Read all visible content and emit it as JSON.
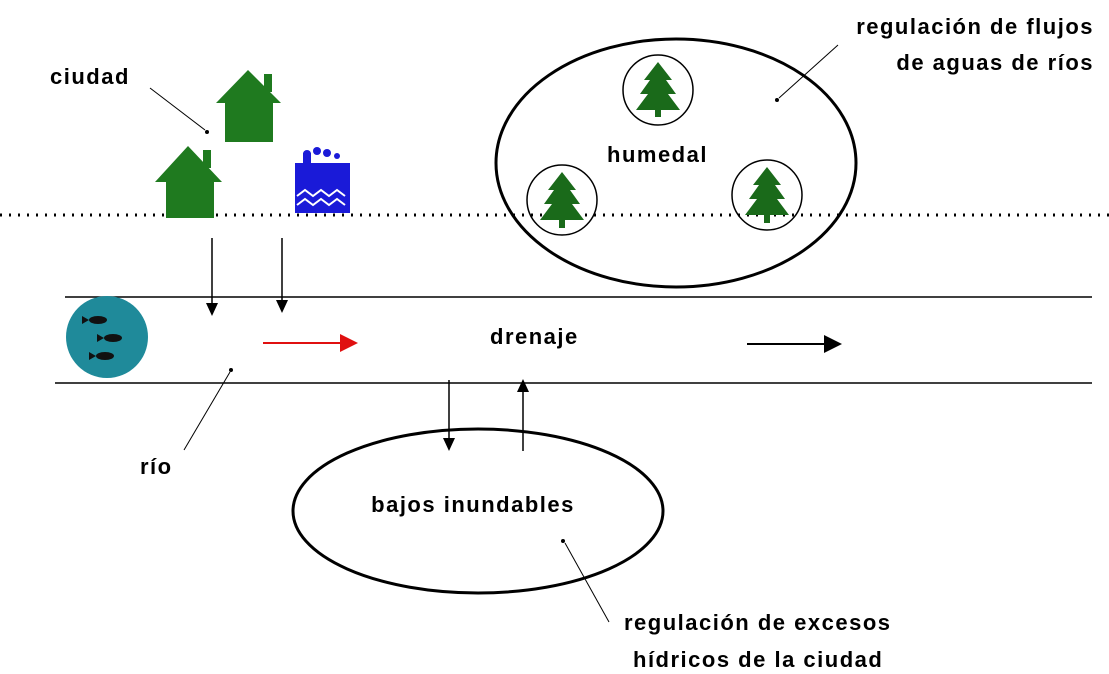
{
  "labels": {
    "ciudad": "ciudad",
    "humedal": "humedal",
    "regulacion_flujos_line1": "regulación de flujos",
    "regulacion_flujos_line2": "de aguas de ríos",
    "drenaje": "drenaje",
    "rio": "río",
    "bajos_inundables": "bajos inundables",
    "regulacion_excesos_line1": "regulación de excesos",
    "regulacion_excesos_line2": "hídricos de la ciudad"
  },
  "colors": {
    "house": "#1f7a1f",
    "tree": "#1a6a1a",
    "factory": "#1a1ad8",
    "fish_circle": "#1f8a9a",
    "red_arrow": "#e01010",
    "line": "#000000"
  },
  "icons": [
    "house-icon",
    "factory-icon",
    "tree-icon",
    "fish-icon"
  ]
}
